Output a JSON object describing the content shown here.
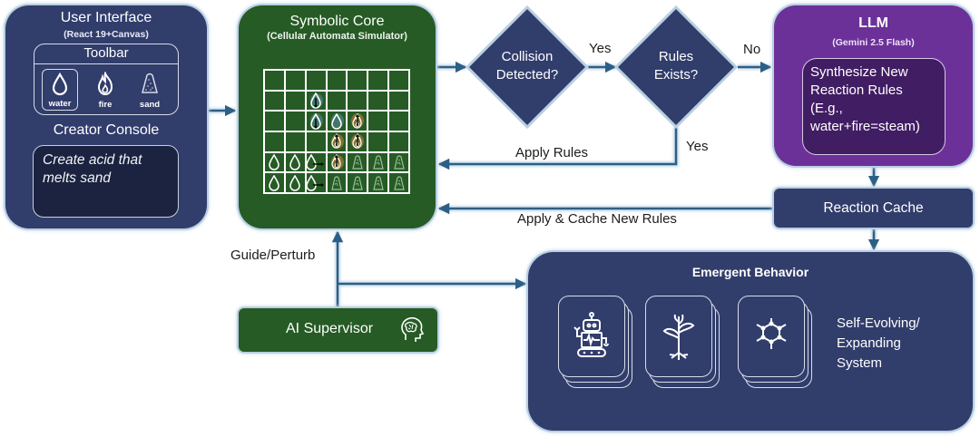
{
  "colors": {
    "navy": "#313d6b",
    "green": "#265b25",
    "purple": "#6c3199",
    "purple_dark": "#411d63",
    "console_bg": "#1b2340",
    "arrow": "#2c5f86",
    "water_glow": "#78aae6",
    "fire_glow": "#f08c3c"
  },
  "user_interface": {
    "title": "User Interface",
    "subtitle": "(React 19+Canvas)",
    "toolbar": {
      "title": "Toolbar",
      "tools": [
        {
          "label": "water",
          "icon": "water-drop-icon",
          "selected": true
        },
        {
          "label": "fire",
          "icon": "fire-icon",
          "selected": false
        },
        {
          "label": "sand",
          "icon": "sand-pile-icon",
          "selected": false
        }
      ]
    },
    "console": {
      "title": "Creator Console",
      "prompt": "Create acid that melts sand"
    }
  },
  "symbolic_core": {
    "title": "Symbolic Core",
    "subtitle": "(Cellular Automata Simulator)",
    "grid": {
      "columns": 7,
      "rows": [
        [
          "",
          "",
          "",
          "",
          "",
          "",
          ""
        ],
        [
          "",
          "",
          "water:down",
          "",
          "",
          "",
          ""
        ],
        [
          "",
          "",
          "water:down",
          "water:glow",
          "fire:up",
          "",
          ""
        ],
        [
          "",
          "",
          "",
          "fire:up",
          "fire:up",
          "",
          ""
        ],
        [
          "water",
          "water",
          "water:right",
          "fire:up",
          "sand",
          "sand",
          "sand"
        ],
        [
          "water",
          "water",
          "water:right",
          "sand",
          "sand",
          "sand",
          "sand"
        ]
      ]
    }
  },
  "decisions": {
    "collision": {
      "line1": "Collision",
      "line2": "Detected?"
    },
    "rules": {
      "line1": "Rules",
      "line2": "Exists?"
    }
  },
  "edge_labels": {
    "collision_yes": "Yes",
    "rules_no": "No",
    "rules_yes": "Yes",
    "apply_rules": "Apply Rules",
    "apply_cache": "Apply & Cache New Rules",
    "guide": "Guide/Perturb"
  },
  "llm": {
    "title": "LLM",
    "subtitle": "(Gemini 2.5 Flash)",
    "task_lines": [
      "Synthesize New",
      "Reaction Rules",
      "(E.g.,",
      "water+fire=steam)"
    ]
  },
  "reaction_cache": {
    "label": "Reaction Cache"
  },
  "ai_supervisor": {
    "label": "AI Supervisor",
    "icon": "brain-head-icon"
  },
  "emergent": {
    "title": "Emergent Behavior",
    "cards": [
      {
        "icon": "robot-icon"
      },
      {
        "icon": "plant-icon"
      },
      {
        "icon": "molecule-network-icon"
      }
    ],
    "description_lines": [
      "Self-Evolving/",
      "Expanding",
      "System"
    ]
  }
}
